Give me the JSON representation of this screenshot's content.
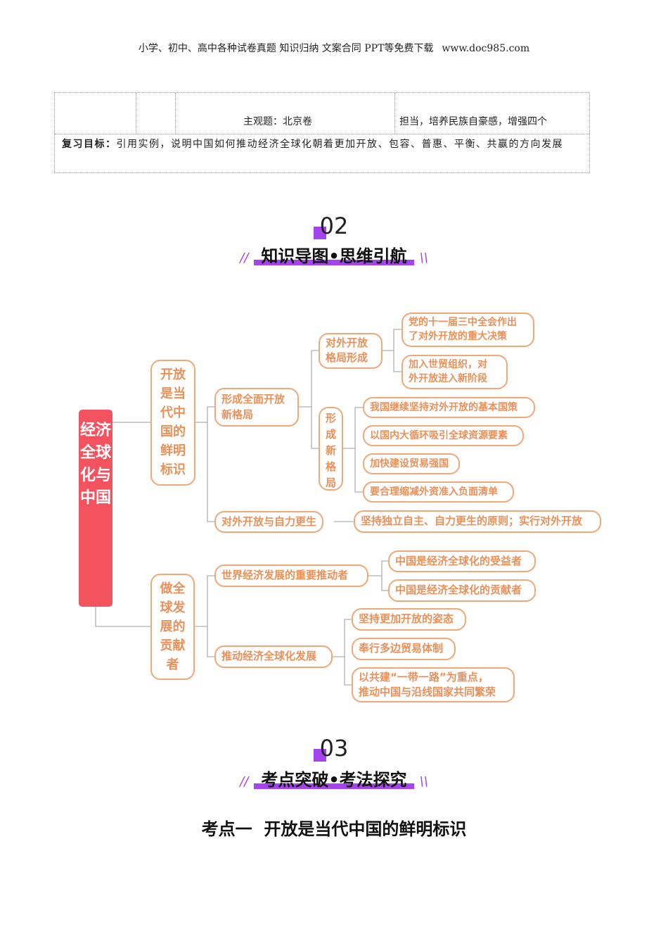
{
  "header": {
    "text": "小学、初中、高中各种试卷真题 知识归纳 文案合同 PPT等免费下载",
    "url": "www.doc985.com"
  },
  "table": {
    "cell_subject": "主观题：北京卷",
    "cell_goal_part": "担当，培养民族自豪感，增强四个",
    "goal_label": "复习目标：",
    "goal_text": "引用实例，说明中国如何推动经济全球化朝着更加开放、包容、普惠、平衡、共赢的方向发展"
  },
  "section2": {
    "number": "02",
    "title": "知识导图•思维引航"
  },
  "mindmap": {
    "root": "经济全球化与中国",
    "l1a": "开放是当代中国的鲜明标识",
    "l1b": "做全球发展的贡献者",
    "l2a": "形成全面开放新格局",
    "l2b": "对外开放与自力更生",
    "l3a": "对外开放格局形成",
    "l3b": "形成新格局",
    "l4a": "党的十一届三中全会作出了对外开放的重大决策",
    "l4a1": "党的十一届三中全会作出",
    "l4a2": "了对外开放的重大决策",
    "l4b1": "加入世贸组织，对",
    "l4b2": "外开放进入新阶段",
    "l4c": "我国继续坚持对外开放的基本国策",
    "l4d": "以国内大循环吸引全球资源要素",
    "l4e": "加快建设贸易强国",
    "l4f": "要合理缩减外资准入负面清单",
    "l3c": "坚持独立自主、自力更生的原则；实行对外开放",
    "l2c": "世界经济发展的重要推动者",
    "l2d": "推动经济全球化发展",
    "l3d": "中国是经济全球化的受益者",
    "l3e": "中国是经济全球化的贡献者",
    "l3f": "坚持更加开放的姿态",
    "l3g": "奉行多边贸易体制",
    "l3h1": "以共建“一带一路”为重点，",
    "l3h2": "推动中国与沿线国家共同繁荣",
    "l3a1": "对外开放",
    "l3a2": "格局形成",
    "l2a1": "形成全面开放",
    "l2a2": "新格局"
  },
  "section3": {
    "number": "03",
    "title": "考点突破•考法探究"
  },
  "kaodian": "考点一  开放是当代中国的鲜明标识",
  "colors": {
    "accent": "#A544EE",
    "node": "#E8915A",
    "root": "#F2535F"
  }
}
